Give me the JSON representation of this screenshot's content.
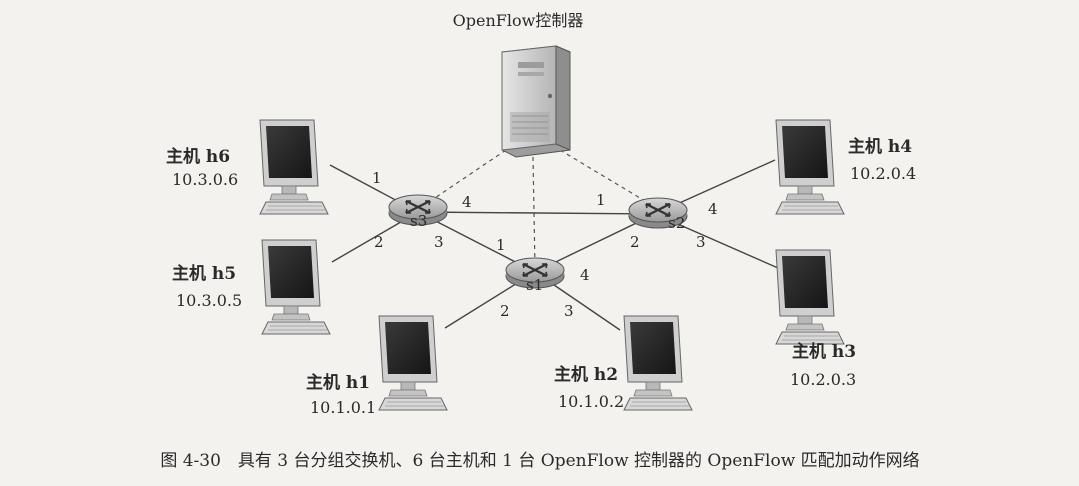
{
  "controller": {
    "label": "OpenFlow控制器"
  },
  "switches": {
    "s1": {
      "label": "s1",
      "ports": {
        "p1": "1",
        "p2": "2",
        "p3": "3",
        "p4": "4"
      }
    },
    "s2": {
      "label": "s2",
      "ports": {
        "p1": "1",
        "p2": "2",
        "p3": "3",
        "p4": "4"
      }
    },
    "s3": {
      "label": "s3",
      "ports": {
        "p1": "1",
        "p2": "2",
        "p3": "3",
        "p4": "4"
      }
    }
  },
  "hosts": {
    "h1": {
      "name": "主机 h1",
      "ip": "10.1.0.1"
    },
    "h2": {
      "name": "主机 h2",
      "ip": "10.1.0.2"
    },
    "h3": {
      "name": "主机 h3",
      "ip": "10.2.0.3"
    },
    "h4": {
      "name": "主机 h4",
      "ip": "10.2.0.4"
    },
    "h5": {
      "name": "主机 h5",
      "ip": "10.3.0.5"
    },
    "h6": {
      "name": "主机 h6",
      "ip": "10.3.0.6"
    }
  },
  "caption": "图 4-30　具有 3 台分组交换机、6 台主机和 1 台 OpenFlow 控制器的 OpenFlow 匹配加动作网络"
}
